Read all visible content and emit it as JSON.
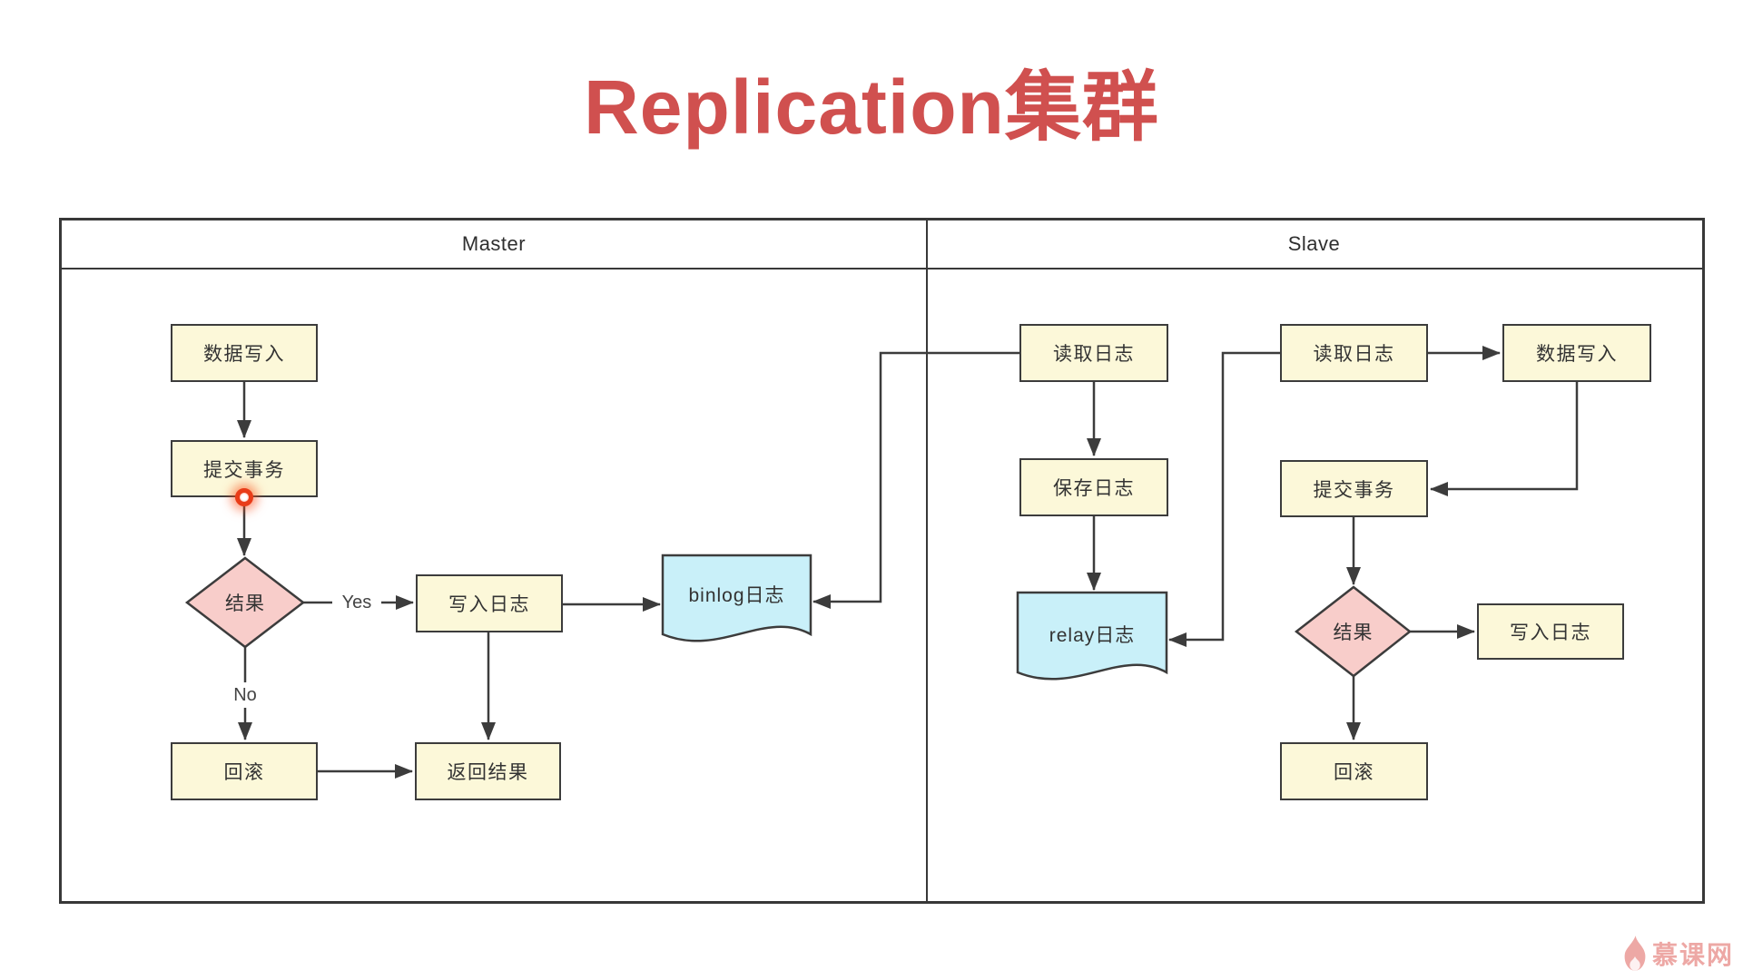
{
  "title": "Replication集群",
  "panels": {
    "master": "Master",
    "slave": "Slave"
  },
  "master": {
    "data_write": "数据写入",
    "commit": "提交事务",
    "result": "结果",
    "yes_label": "Yes",
    "no_label": "No",
    "write_log": "写入日志",
    "binlog": "binlog日志",
    "rollback": "回滚",
    "return_result": "返回结果"
  },
  "slave": {
    "read_log_io": "读取日志",
    "save_log": "保存日志",
    "relay_log": "relay日志",
    "read_log_sql": "读取日志",
    "data_write": "数据写入",
    "commit": "提交事务",
    "result": "结果",
    "write_log": "写入日志",
    "rollback": "回滚"
  },
  "watermark": "慕课网",
  "colors": {
    "title": "#d0504f",
    "box_fill": "#fcf8d9",
    "box_border": "#3c3c3c",
    "diamond_fill": "#f8cdca",
    "doc_fill": "#c9f0f9",
    "line": "#3c3c3c",
    "text": "#333333",
    "watermark": "#eda4a1",
    "click_dot": "#e93c18"
  }
}
